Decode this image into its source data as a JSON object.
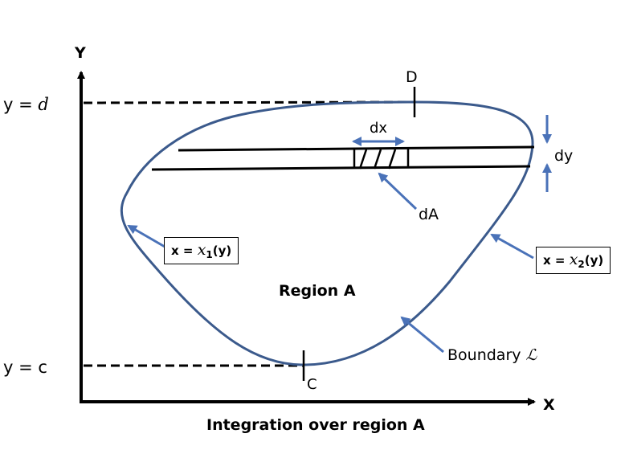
{
  "diagram": {
    "title": "Integration over region A",
    "axes": {
      "x_label": "X",
      "y_label": "Y"
    },
    "y_levels": {
      "top": {
        "prefix": "y = ",
        "symbol": "d"
      },
      "bottom": {
        "text": "y = c"
      }
    },
    "points": {
      "top": "D",
      "bottom": "C"
    },
    "region_label": "Region A",
    "strip": {
      "dx_label": "dx",
      "dy_label": "dy",
      "dA_label": "dA"
    },
    "left_boundary": {
      "prefix": "x = ",
      "var": "x",
      "sub": "1",
      "suffix": "(y)"
    },
    "right_boundary": {
      "prefix": "x = ",
      "var": "x",
      "sub": "2",
      "suffix": "(y)"
    },
    "boundary_label": {
      "text": "Boundary ",
      "symbol": "ℒ"
    },
    "colors": {
      "curve": "#3b5a8c",
      "arrow": "#4a72b8",
      "line": "#000000"
    }
  }
}
